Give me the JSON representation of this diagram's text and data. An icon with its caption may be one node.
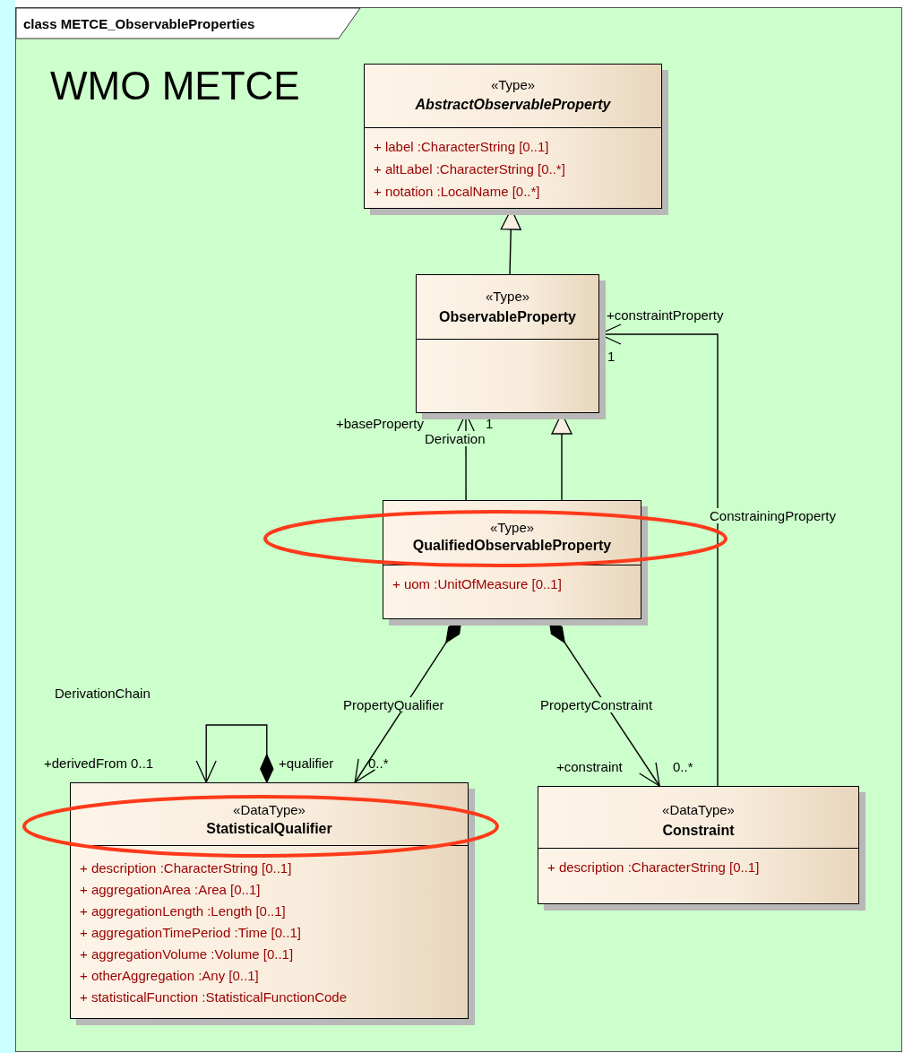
{
  "diagram": {
    "nodes": [
      {
        "text": [
          "class METCE_ObservableProperties"
        ]
      },
      {
        "text": [
          "«Type»",
          "AbstractObservableProperty",
          "+ label :CharacterString [0..1]",
          "+ altLabel :CharacterString [0..*]",
          "+ notation :LocalName [0..*]"
        ],
        "in": 0
      },
      {
        "text": [
          "«Type»",
          "ObservableProperty"
        ],
        "in": 0
      },
      {
        "text": [
          "«Type»",
          "QualifiedObservableProperty",
          "+ uom :UnitOfMeasure [0..1]"
        ],
        "in": 0
      },
      {
        "text": [
          "«DataType»",
          "StatisticalQualifier",
          "+ description :CharacterString [0..1]",
          "+ aggregationArea :Area [0..1]",
          "+ aggregationLength :Length [0..1]",
          "+ aggregationTimePeriod :Time [0..1]",
          "+ aggregationVolume :Volume [0..1]",
          "+ otherAggregation :Any [0..1]",
          "+ statisticalFunction :StatisticalFunctionCode"
        ],
        "in": 0
      },
      {
        "text": [
          "«DataType»",
          "Constraint",
          "+ description :CharacterString [0..1]"
        ],
        "in": 0
      }
    ],
    "edges": [
      {
        "from": 2,
        "to": 1,
        "arrow": "to"
      },
      {
        "from": 3,
        "to": 2,
        "arrow": "to"
      },
      {
        "from": 3,
        "to": 2,
        "arrow": "to",
        "label": "Derivation"
      },
      {
        "from": 5,
        "to": 2,
        "arrow": "to",
        "label": "ConstrainingProperty"
      },
      {
        "from": 3,
        "to": 4,
        "arrow": "to",
        "label": "PropertyQualifier"
      },
      {
        "from": 3,
        "to": 5,
        "arrow": "to",
        "label": "PropertyConstraint"
      },
      {
        "from": 4,
        "to": 4,
        "arrow": "to",
        "label": "DerivationChain"
      }
    ],
    "labels": [
      "WMO METCE",
      "+constraintProperty",
      "1",
      "+baseProperty",
      "1",
      "+derivedFrom 0..1",
      "+qualifier",
      "0..*",
      "+constraint",
      "0..*"
    ]
  }
}
